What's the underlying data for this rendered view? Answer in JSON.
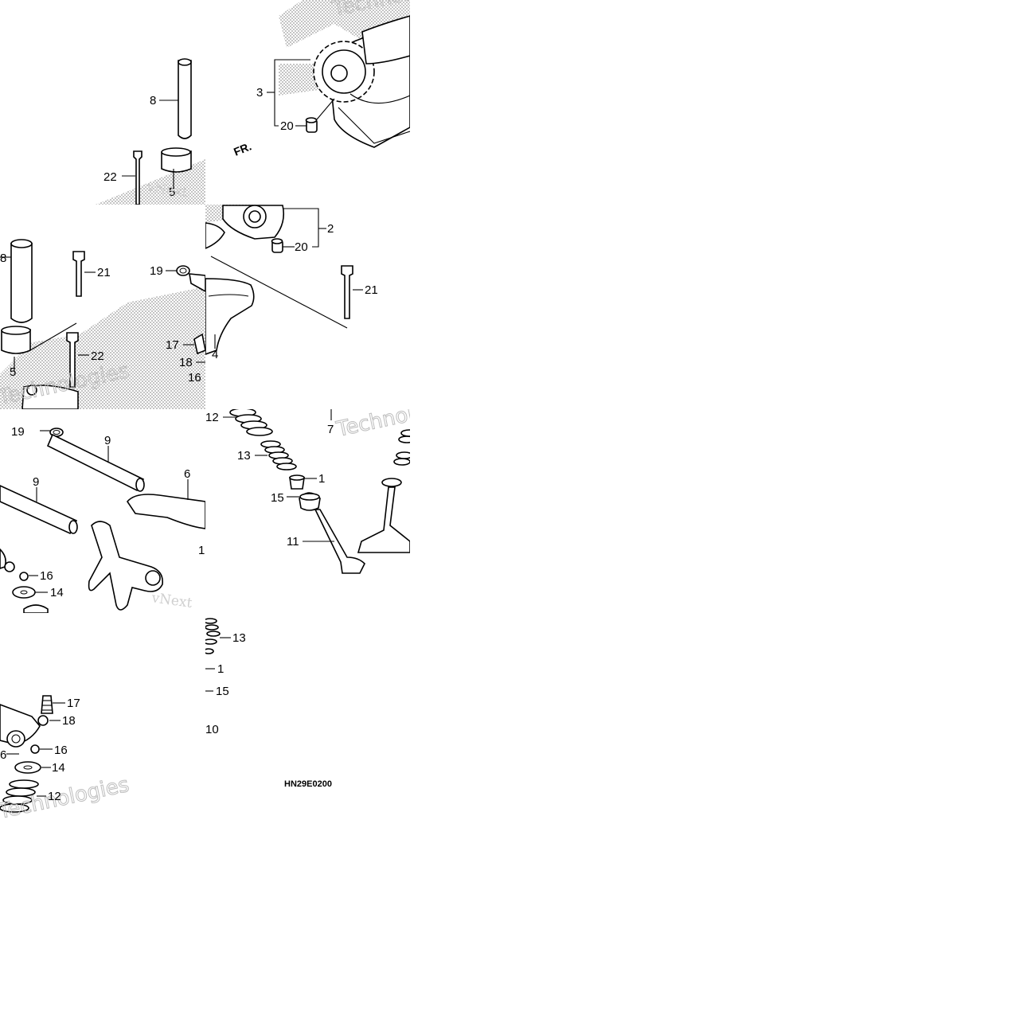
{
  "diagram": {
    "code": "HN29E0200",
    "front_marker": "FR.",
    "watermark": {
      "brand": "vNext",
      "word": "Technologies"
    },
    "callouts": {
      "t1": [
        "3",
        "20",
        "8",
        "22",
        "5"
      ],
      "t2": [
        "2",
        "20",
        "21",
        "19",
        "17",
        "4",
        "18",
        "16"
      ],
      "t3": [
        "8",
        "21",
        "5",
        "22"
      ],
      "t4": [
        "19",
        "9",
        "6",
        "9",
        "16",
        "14",
        "1"
      ],
      "t5": [
        "12",
        "7",
        "13",
        "1",
        "15",
        "11"
      ],
      "t6": [
        "13",
        "1",
        "15",
        "10"
      ],
      "t7": [
        "17",
        "18",
        "6",
        "16",
        "14",
        "12"
      ]
    }
  }
}
